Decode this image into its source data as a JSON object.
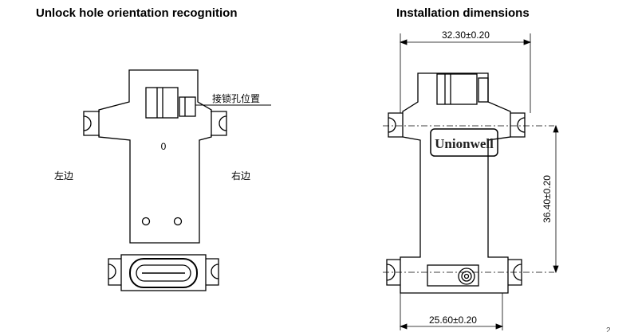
{
  "left_panel": {
    "title": "Unlock hole orientation recognition",
    "callout_label": "接锁孔位置",
    "left_side_label": "左边",
    "right_side_label": "右边",
    "zero_mark": "0"
  },
  "right_panel": {
    "title": "Installation dimensions",
    "brand_text": "Unionwell",
    "dim_top": "32.30±0.20",
    "dim_side": "36.40±0.20",
    "dim_bottom": "25.60±0.20"
  },
  "corner_mark": "2"
}
